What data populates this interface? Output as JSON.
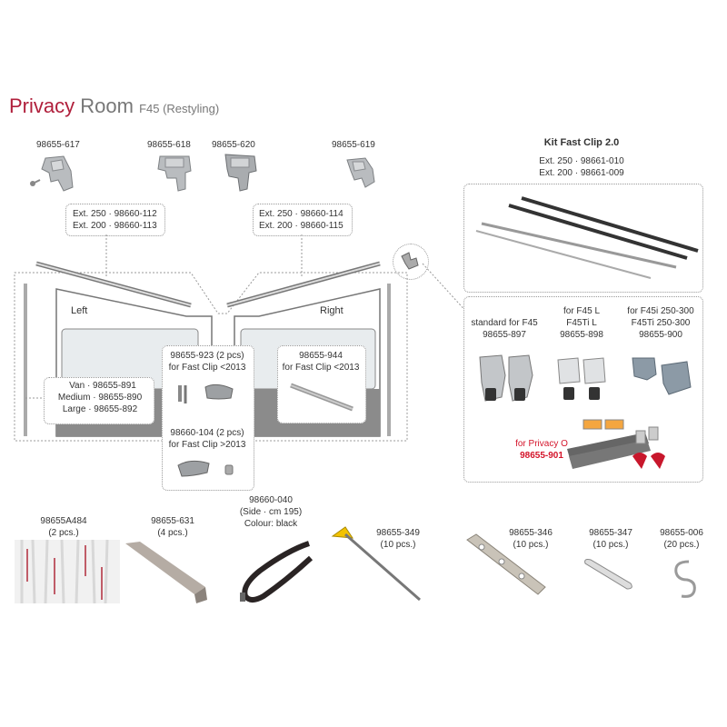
{
  "title": {
    "part1": "Privacy",
    "part2": "Room",
    "part3": "F45 (Restyling)"
  },
  "top_parts": [
    {
      "code": "98655-617"
    },
    {
      "code": "98655-618"
    },
    {
      "code": "98655-620"
    },
    {
      "code": "98655-619"
    }
  ],
  "left_rail": {
    "line1": "Ext. 250 · 98660-112",
    "line2": "Ext. 200 · 98660-113"
  },
  "right_rail": {
    "line1": "Ext. 250 · 98660-114",
    "line2": "Ext. 200 · 98660-115"
  },
  "panel_labels": {
    "left": "Left",
    "right": "Right"
  },
  "sizes": {
    "van": "Van · 98655-891",
    "medium": "Medium · 98655-890",
    "large": "Large · 98655-892"
  },
  "clip_old": {
    "code": "98655-923 (2 pcs)",
    "note": "for Fast Clip <2013"
  },
  "clip_new": {
    "code": "98660-104 (2 pcs)",
    "note": "for Fast Clip >2013"
  },
  "bar_944": {
    "code": "98655-944",
    "note": "for Fast Clip <2013"
  },
  "kit": {
    "title": "Kit Fast Clip 2.0",
    "ext250": "Ext. 250 · 98661-010",
    "ext200": "Ext. 200 · 98661-009"
  },
  "adapters": {
    "standard": {
      "l1": "standard for F45",
      "l2": "98655-897"
    },
    "f45l": {
      "l1": "for F45 L",
      "l2": "F45Ti L",
      "l3": "98655-898"
    },
    "f45i": {
      "l1": "for F45i 250-300",
      "l2": "F45Ti 250-300",
      "l3": "98655-900"
    },
    "privacy": {
      "l1": "for Privacy O",
      "l2": "98655-901"
    }
  },
  "bottom_parts": [
    {
      "code": "98655A484",
      "qty": "(2 pcs.)"
    },
    {
      "code": "98655-631",
      "qty": "(4 pcs.)"
    },
    {
      "code": "98660-040",
      "qty": "(Side · cm 195)",
      "extra": "Colour: black"
    },
    {
      "code": "98655-349",
      "qty": "(10 pcs.)"
    },
    {
      "code": "98655-346",
      "qty": "(10 pcs.)"
    },
    {
      "code": "98655-347",
      "qty": "(10 pcs.)"
    },
    {
      "code": "98655-006",
      "qty": "(20 pcs.)"
    }
  ],
  "colors": {
    "title_red": "#b01f3b",
    "accent_red": "#d4142a",
    "panel_grey": "#7a7a7a"
  }
}
